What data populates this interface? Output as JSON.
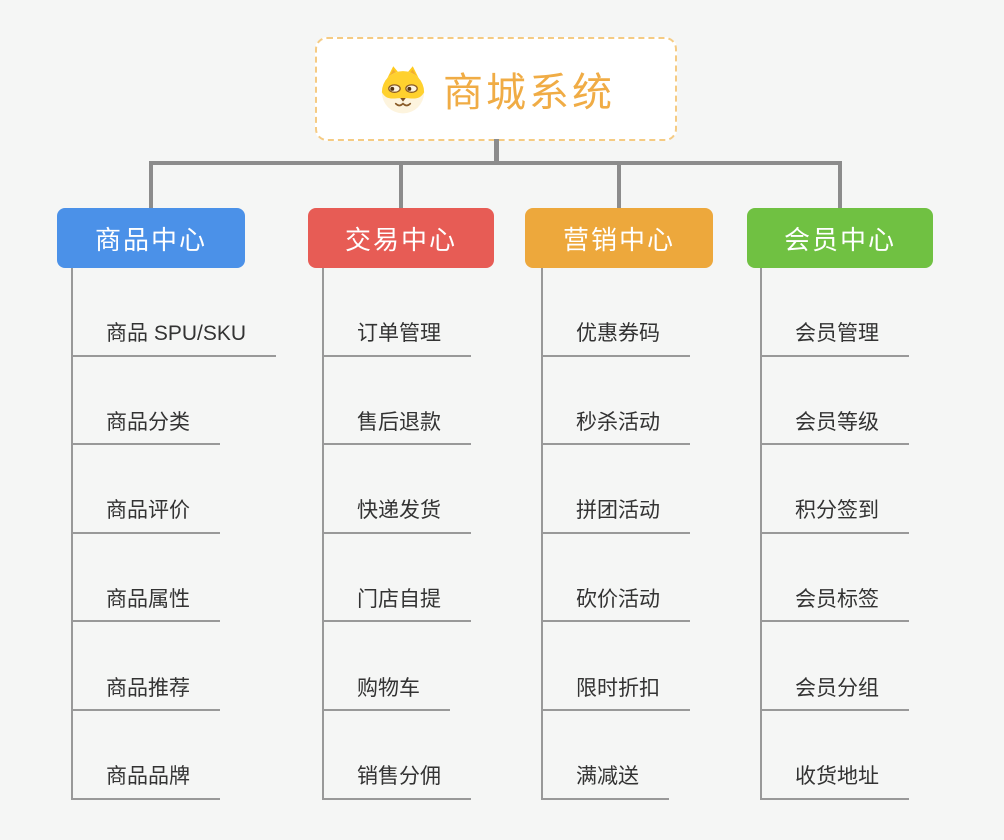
{
  "app": {
    "background_color": "#F5F6F5",
    "connector_color": "#8C8C8C",
    "leaf_line_color": "#999999"
  },
  "root": {
    "title": "商城系统",
    "icon": "shiba-dog-icon",
    "title_color": "#F0AC45",
    "border_color": "#F5CB83"
  },
  "branches": [
    {
      "label": "商品中心",
      "color": "#4B91E8",
      "items": [
        "商品 SPU/SKU",
        "商品分类",
        "商品评价",
        "商品属性",
        "商品推荐",
        "商品品牌"
      ]
    },
    {
      "label": "交易中心",
      "color": "#E75C55",
      "items": [
        "订单管理",
        "售后退款",
        "快递发货",
        "门店自提",
        "购物车",
        "销售分佣"
      ]
    },
    {
      "label": "营销中心",
      "color": "#EDA83C",
      "items": [
        "优惠券码",
        "秒杀活动",
        "拼团活动",
        "砍价活动",
        "限时折扣",
        "满减送"
      ]
    },
    {
      "label": "会员中心",
      "color": "#70C142",
      "items": [
        "会员管理",
        "会员等级",
        "积分签到",
        "会员标签",
        "会员分组",
        "收货地址"
      ]
    }
  ]
}
